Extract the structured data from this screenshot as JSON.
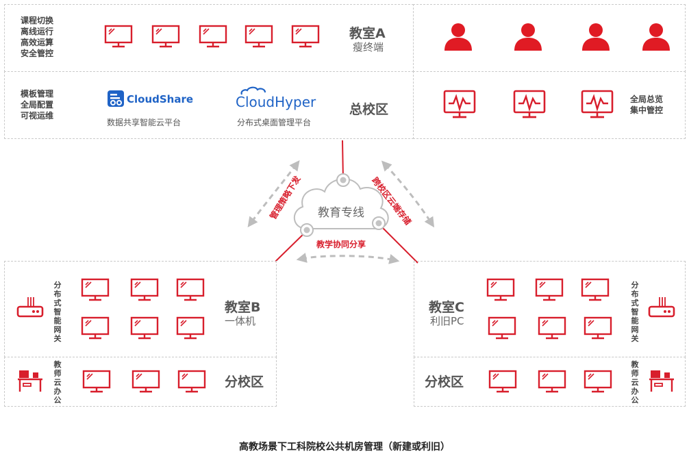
{
  "top_section": {
    "classroom_a": {
      "features": "课程切换\n离线运行\n高效运算\n安全管控",
      "title": "教室A",
      "subtitle": "瘦终端"
    },
    "main_campus": {
      "features": "模板管理\n全局配置\n可视运维",
      "title": "总校区",
      "cloudshare": {
        "logo": "CloudShare",
        "caption": "数据共享智能云平台"
      },
      "cloudhyper": {
        "logo": "CloudHyper",
        "caption": "分布式桌面管理平台"
      }
    },
    "monitor_panel": {
      "features": "全局总览\n集中管控"
    }
  },
  "cloud": {
    "label": "教育专线",
    "left_link": "管理策略下发",
    "right_link": "跨校区云端存储",
    "bottom_link": "教学协同分享"
  },
  "classroom_b": {
    "title": "教室B",
    "subtitle": "一体机",
    "gateway": "分布式智能网关",
    "branch": {
      "title": "分校区",
      "office": "教师云办公"
    }
  },
  "classroom_c": {
    "title": "教室C",
    "subtitle": "利旧PC",
    "gateway": "分布式智能网关",
    "branch": {
      "title": "分校区",
      "office": "教师云办公"
    }
  },
  "footer": "高教场景下工科院校公共机房管理（新建或利旧）",
  "colors": {
    "accent": "#d81e2c",
    "brand_blue": "#1f63c6",
    "dashed": "#c9c9c9"
  }
}
